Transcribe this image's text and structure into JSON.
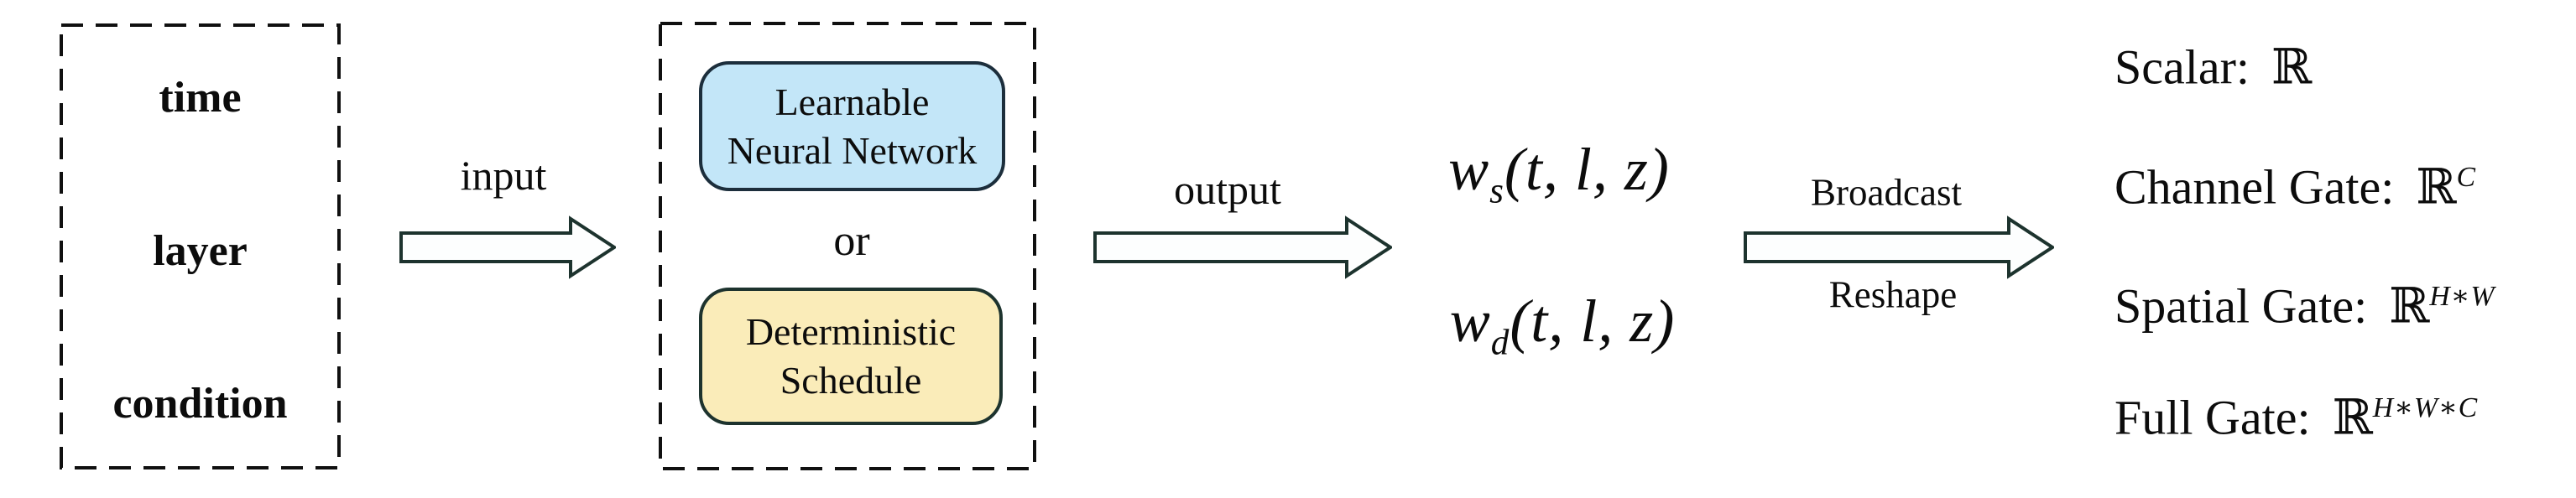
{
  "colors": {
    "outline_dark": "#1d332e",
    "blue_fill": "#c3e6f8",
    "blue_border": "#1c2e3c",
    "yellow_fill": "#faecb9",
    "yellow_border": "#1d332e",
    "dash_border": "#101010"
  },
  "inputs_box": {
    "items": [
      {
        "label": "time"
      },
      {
        "label": "layer"
      },
      {
        "label": "condition"
      }
    ]
  },
  "arrows": {
    "input": {
      "label": "input"
    },
    "output": {
      "label": "output"
    },
    "broadcast": {
      "label_top": "Broadcast",
      "label_bottom": "Reshape"
    }
  },
  "selector_box": {
    "learnable": {
      "line1": "Learnable",
      "line2": "Neural Network"
    },
    "or_label": "or",
    "deterministic": {
      "line1": "Deterministic",
      "line2": "Schedule"
    }
  },
  "formulas": {
    "ws": {
      "var": "w",
      "sub": "s",
      "args": "(t, l, z)"
    },
    "wd": {
      "var": "w",
      "sub": "d",
      "args": "(t, l, z)"
    }
  },
  "gates": [
    {
      "label": "Scalar:",
      "set": "ℝ",
      "sup": ""
    },
    {
      "label": "Channel Gate:",
      "set": "ℝ",
      "sup": "C"
    },
    {
      "label": "Spatial Gate:",
      "set": "ℝ",
      "sup": "H∗W"
    },
    {
      "label": "Full Gate:",
      "set": "ℝ",
      "sup": "H∗W∗C"
    }
  ]
}
